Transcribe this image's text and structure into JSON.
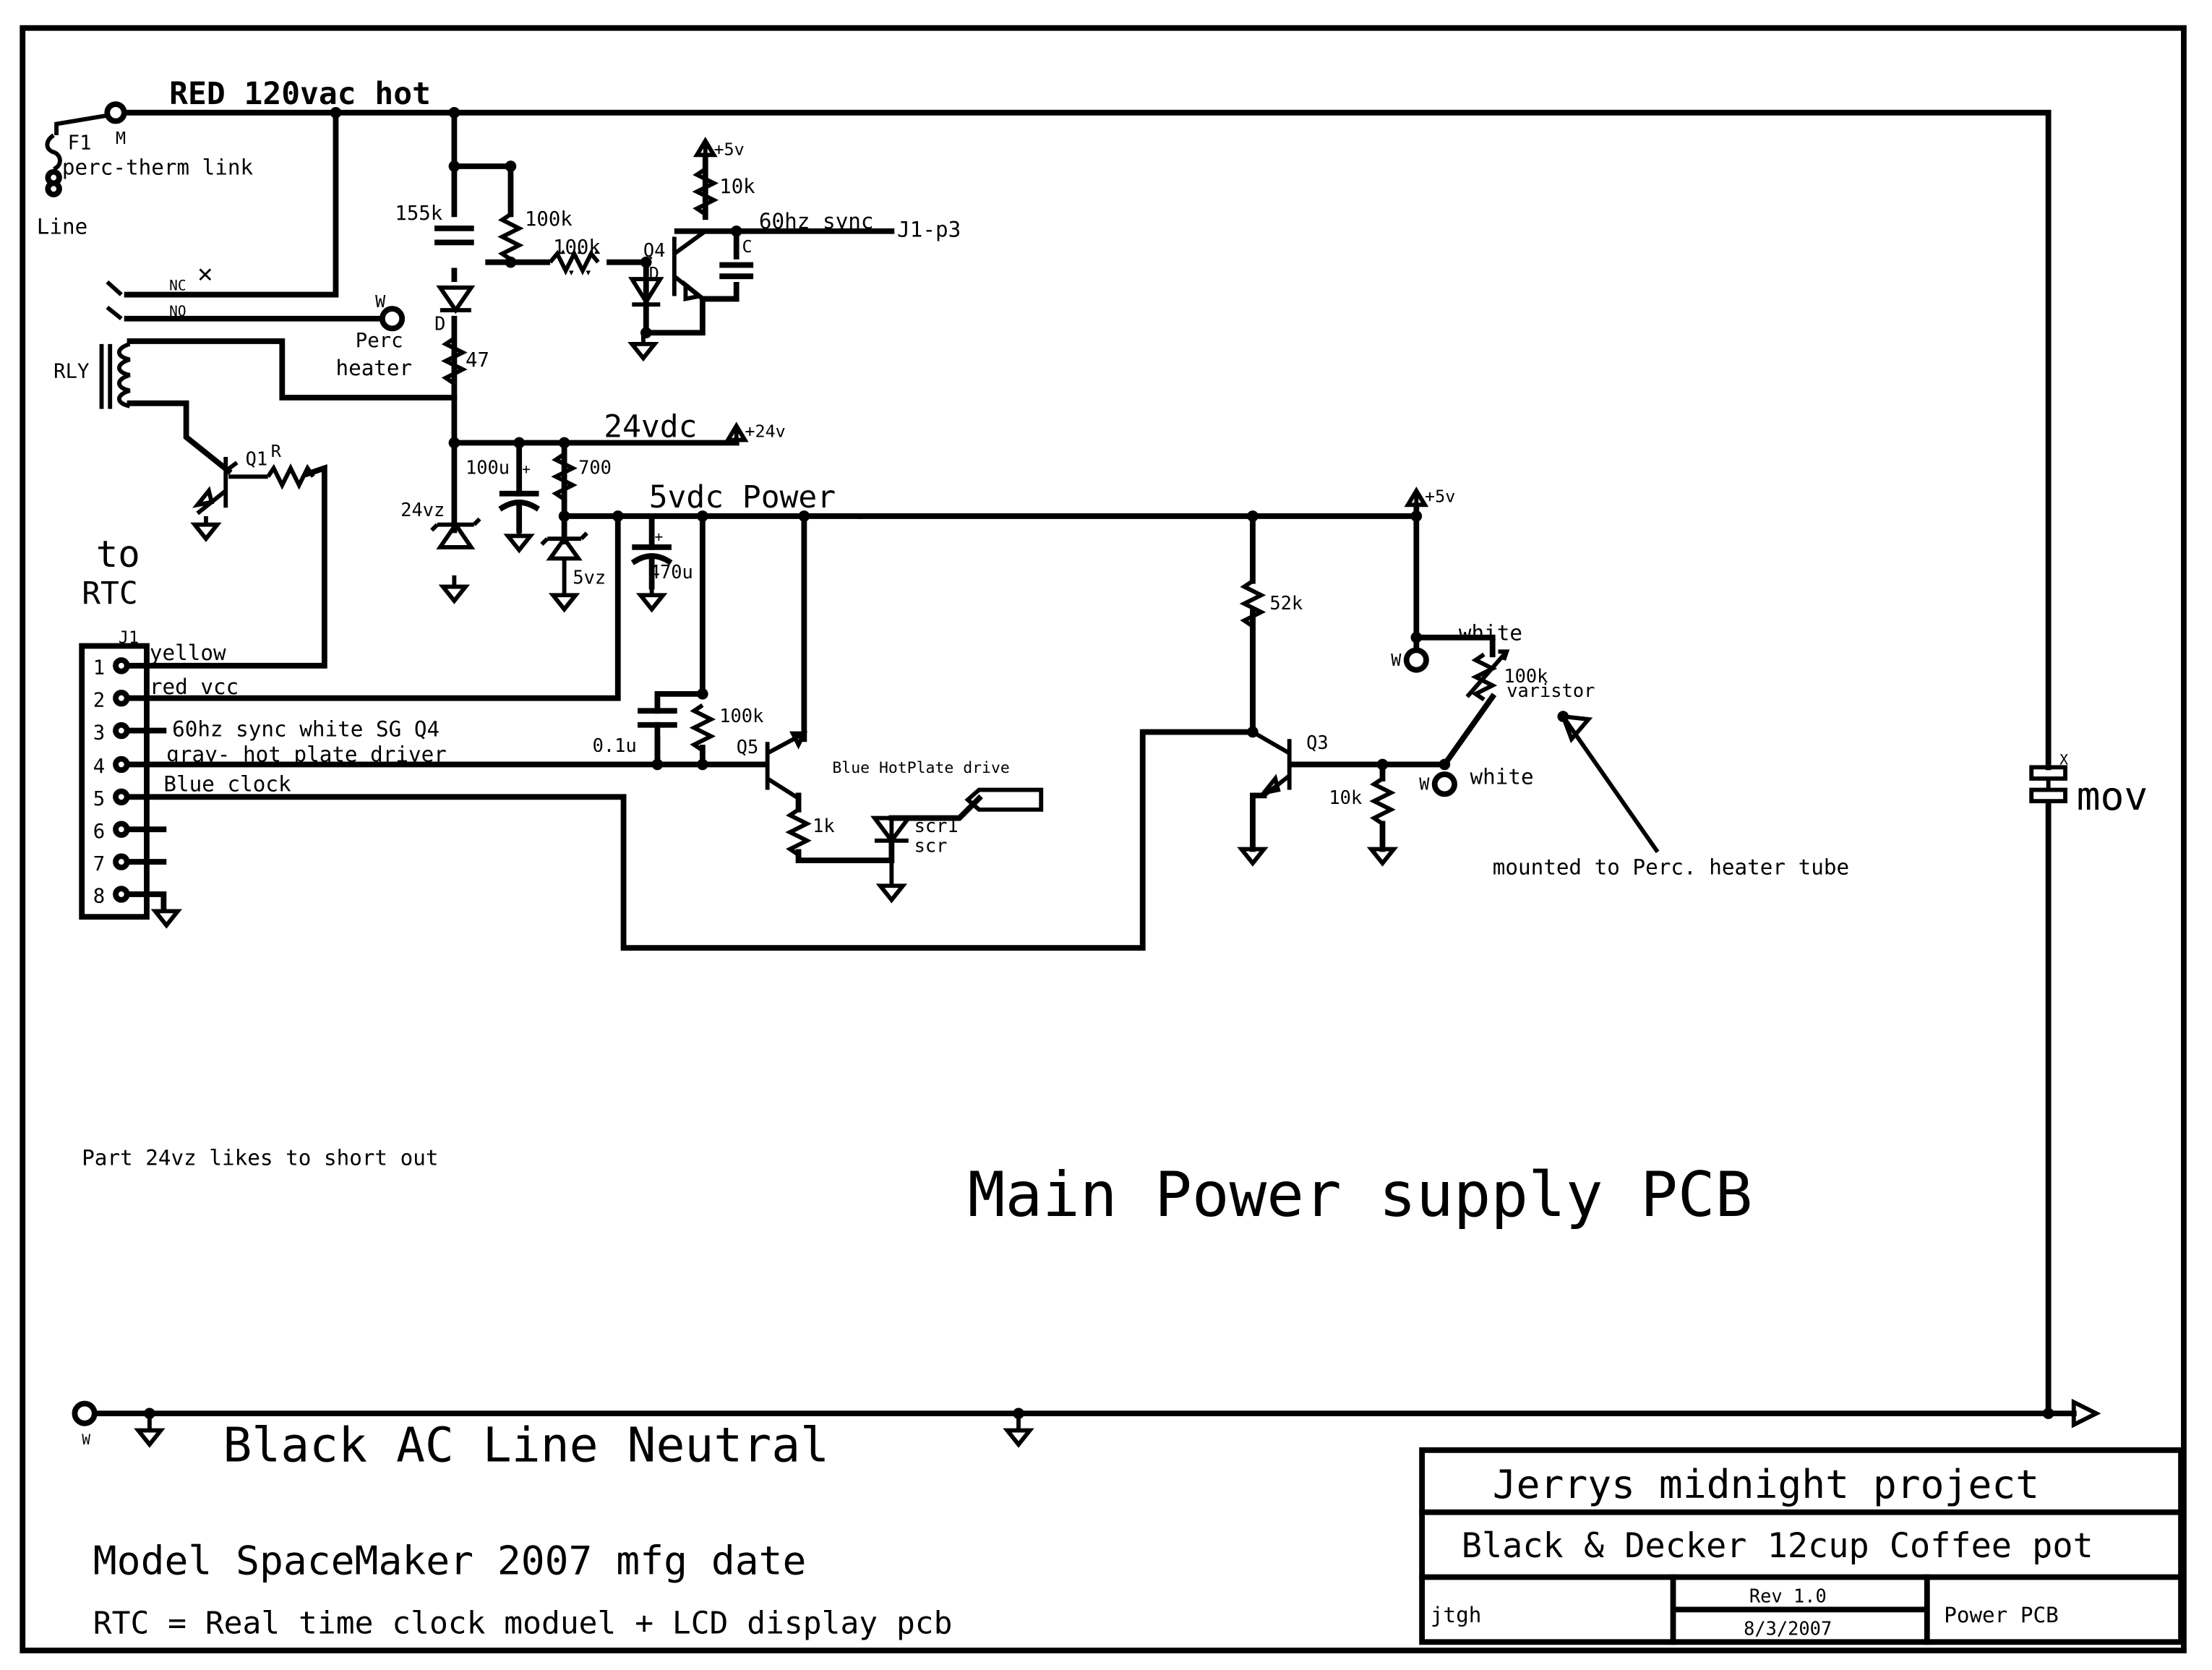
{
  "nets": {
    "hot": "RED 120vac hot",
    "neutral": "Black AC Line Neutral",
    "v24": "24vdc",
    "v5": "5vdc Power",
    "sync": "60hz sync",
    "j1p3": "J1-p3",
    "plus5a": "+5v",
    "plus5b": "+5v",
    "plus24": "+24v"
  },
  "fuse": {
    "ref": "F1",
    "name": "perc-therm link",
    "line": "Line",
    "m": "M"
  },
  "relay": {
    "ref": "RLY",
    "nc": "NC",
    "no": "NO",
    "x_mark": "✕"
  },
  "heater": {
    "pin": "W",
    "line1": "Perc",
    "line2": "heater"
  },
  "rtc": {
    "line1": "to",
    "line2": "RTC"
  },
  "components": {
    "r155k": "155k",
    "r100k_a": "100k",
    "r100k_b": "100k",
    "r10k_a": "10k",
    "q4": "Q4",
    "q4_d": "D",
    "cap_c": "C",
    "diode_d": "D",
    "r47": "47",
    "q1": "Q1",
    "q1_r": "R",
    "c100u": "100u",
    "c100u_plus": "+",
    "r700": "700",
    "z24": "24vz",
    "z5": "5vz",
    "c470u": "470u",
    "c470u_plus": "+",
    "r52k": "52k",
    "r100k_c": "100k",
    "c01u": "0.1u",
    "q5": "Q5",
    "r1k": "1k",
    "scr1": "scr1",
    "scr": "scr",
    "hotplate": "Blue HotPlate drive",
    "q3": "Q3",
    "r10k_b": "10k",
    "white1": "white",
    "white2": "white",
    "varistor_val": "100k",
    "varistor": "varistor",
    "w1": "W",
    "w2": "W",
    "mounted": "mounted to Perc. heater tube",
    "mov": "mov",
    "mov_x": "X",
    "neutral_w": "W"
  },
  "j1": {
    "title": "J1",
    "pins": [
      {
        "num": "1",
        "label": "yellow"
      },
      {
        "num": "2",
        "label": "red vcc"
      },
      {
        "num": "3",
        "label": "60hz sync white SG Q4"
      },
      {
        "num": "4",
        "label": "gray- hot plate driver"
      },
      {
        "num": "5",
        "label": "Blue clock"
      },
      {
        "num": "6",
        "label": ""
      },
      {
        "num": "7",
        "label": ""
      },
      {
        "num": "8",
        "label": ""
      }
    ]
  },
  "notes": {
    "part": "Part 24vz likes to short out",
    "main_title": "Main Power supply PCB",
    "model": "Model SpaceMaker 2007 mfg date",
    "rtc_def": "RTC = Real time clock moduel + LCD display pcb"
  },
  "title_block": {
    "project": "Jerrys midnight project",
    "product": "Black & Decker 12cup Coffee pot",
    "author": "jtgh",
    "rev": "Rev 1.0",
    "date": "8/3/2007",
    "sheet": "Power PCB"
  }
}
